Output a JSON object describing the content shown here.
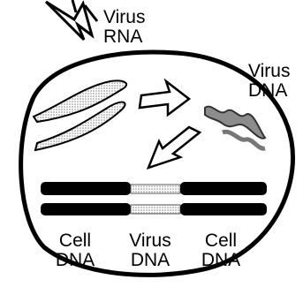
{
  "labels": {
    "virus_rna": {
      "line1": "Virus",
      "line2": "RNA"
    },
    "virus_dna": {
      "line1": "Virus",
      "line2": "DNA"
    },
    "cell_dna_left": {
      "line1": "Cell",
      "line2": "DNA"
    },
    "virus_dna_inserted": {
      "line1": "Virus",
      "line2": "DNA"
    },
    "cell_dna_right": {
      "line1": "Cell",
      "line2": "DNA"
    }
  },
  "colors": {
    "ink": "#000000",
    "strand_fill": "#bdbdbd",
    "background": "#ffffff"
  },
  "icons": [
    "entry-arrow-icon",
    "right-arrow-icon",
    "down-left-arrow-icon"
  ]
}
